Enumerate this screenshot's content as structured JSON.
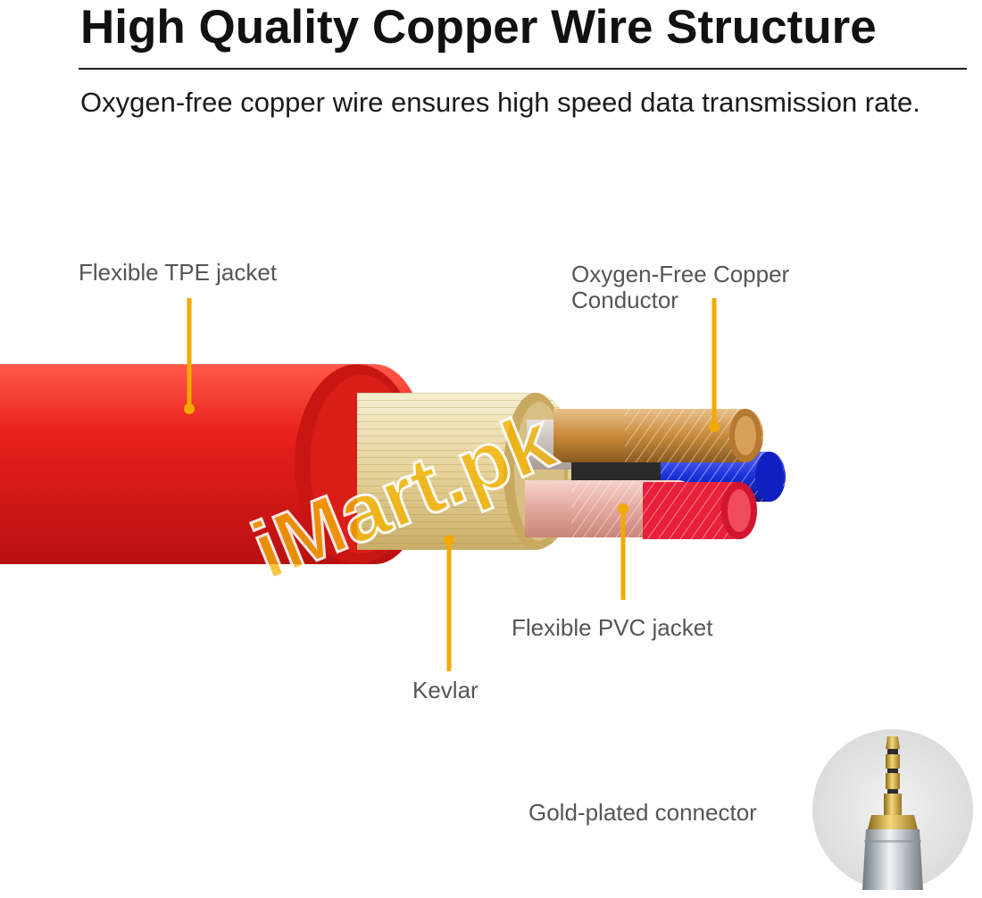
{
  "title": "High Quality Copper Wire Structure",
  "subtitle": "Oxygen-free copper wire ensures high speed data transmission rate.",
  "labels": {
    "tpe_jacket": "Flexible TPE jacket",
    "copper_conductor_line1": "Oxygen-Free Copper",
    "copper_conductor_line2": "Conductor",
    "pvc_jacket": "Flexible PVC jacket",
    "kevlar": "Kevlar",
    "gold_connector": "Gold-plated connector"
  },
  "colors": {
    "leader_line": "#f2a900",
    "tpe_jacket": "#e8201c",
    "kevlar": "#e9d9a8",
    "copper": "#c98a3a",
    "blue_wire": "#1a2fd6",
    "red_wire": "#e8203a",
    "pvc_jacket": "#e9b0a8",
    "watermark": "#f5b400"
  },
  "watermark": "iMart.pk"
}
